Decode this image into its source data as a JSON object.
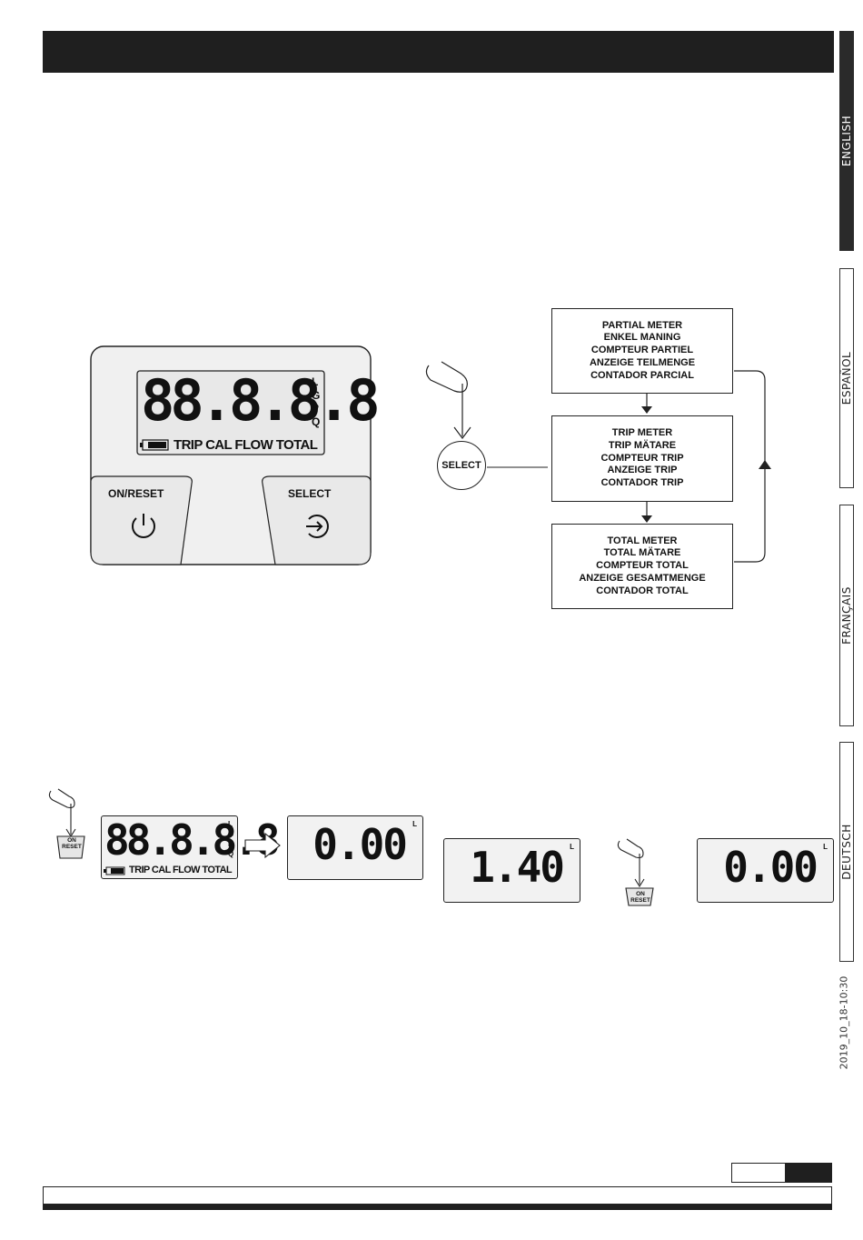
{
  "tabs": [
    {
      "label": "ENGLISH",
      "active": true
    },
    {
      "label": "ESPAÑOL",
      "active": false
    },
    {
      "label": "FRANÇAIS",
      "active": false
    },
    {
      "label": "DEUTSCH",
      "active": false
    }
  ],
  "datestamp": "2019_10_18-10:30",
  "device": {
    "display_digits": "88.8.8.8",
    "units": [
      "L",
      "G",
      "P",
      "Q"
    ],
    "status_row": "TRIP CAL FLOW TOTAL",
    "left_button_label": "ON/RESET",
    "right_button_label": "SELECT"
  },
  "flow": {
    "select_label": "SELECT",
    "boxes": [
      {
        "lines": [
          "PARTIAL METER",
          "ENKEL MANING",
          "COMPTEUR PARTIEL",
          "ANZEIGE TEILMENGE",
          "CONTADOR PARCIAL"
        ]
      },
      {
        "lines": [
          "TRIP METER",
          "TRIP MÄTARE",
          "COMPTEUR TRIP",
          "ANZEIGE TRIP",
          "CONTADOR TRIP"
        ]
      },
      {
        "lines": [
          "TOTAL METER",
          "TOTAL MÄTARE",
          "COMPTEUR TOTAL",
          "ANZEIGE GESAMTMENGE",
          "CONTADOR TOTAL"
        ]
      }
    ]
  },
  "sequence": {
    "on_reset_label_1": "ON",
    "on_reset_label_2": "RESET",
    "all_segments": "88.8.8.8",
    "units": [
      "L",
      "G",
      "P",
      "Q"
    ],
    "status_row": "TRIP CAL FLOW TOTAL",
    "display_1": "0.00",
    "display_2": "1.40",
    "display_3": "0.00",
    "unit": "L"
  }
}
